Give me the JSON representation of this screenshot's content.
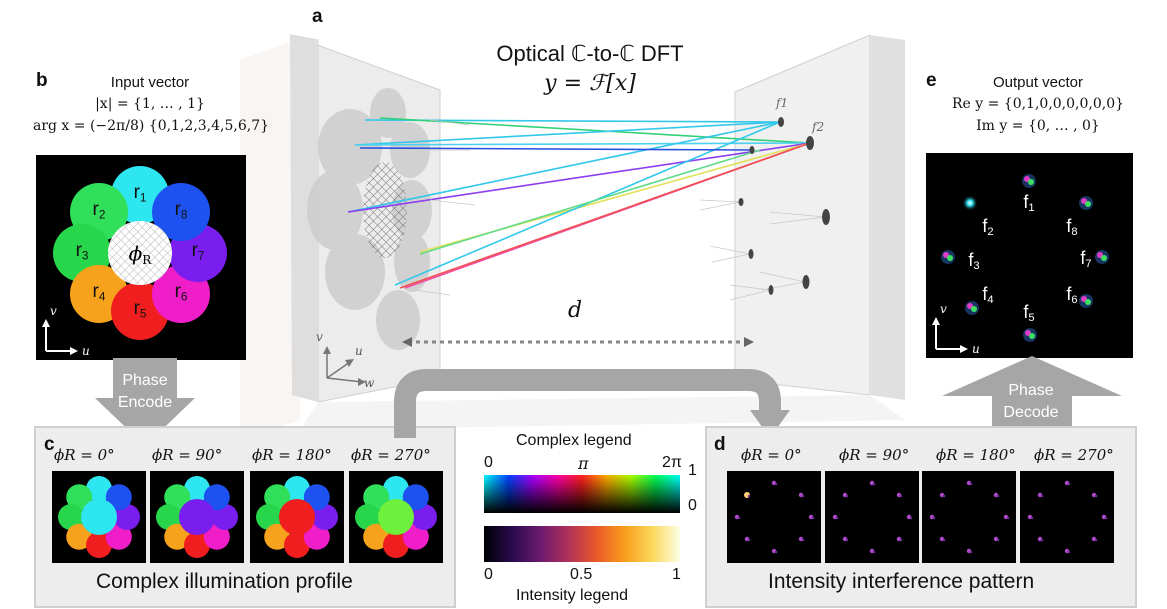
{
  "panel_letters": {
    "a": "a",
    "b": "b",
    "c": "c",
    "d": "d",
    "e": "e"
  },
  "title": {
    "line1": "Optical ℂ-to-ℂ DFT",
    "line2": "y = ℱ[x]"
  },
  "input": {
    "heading": "Input vector",
    "magnitude": "|x| = {1, … , 1}",
    "argument": "arg x = (−2π/8) {0,1,2,3,4,5,6,7}",
    "center_label": "ϕR",
    "ring_labels": [
      "r1",
      "r2",
      "r3",
      "r4",
      "r5",
      "r6",
      "r7",
      "r8"
    ],
    "ring_colors": [
      "#2ee6f0",
      "#31e05a",
      "#27d64b",
      "#f7a21c",
      "#f01e1e",
      "#f01ec8",
      "#7a1ef0",
      "#1e52f0"
    ],
    "axis_v": "v",
    "axis_u": "u"
  },
  "output": {
    "heading": "Output vector",
    "real": "Re y = {0,1,0,0,0,0,0,0}",
    "imag": "Im y = {0, … , 0}",
    "focus_labels": [
      "f1",
      "f2",
      "f3",
      "f4",
      "f5",
      "f6",
      "f7",
      "f8"
    ],
    "axis_v": "v",
    "axis_u": "u"
  },
  "metasurface": {
    "focus_label_1": "f1",
    "focus_label_2": "f2",
    "distance_label": "d",
    "axis_v": "v",
    "axis_u": "u",
    "axis_w": "w"
  },
  "arrows": {
    "encode_line1": "Phase",
    "encode_line2": "Encode",
    "decode_line1": "Phase",
    "decode_line2": "Decode"
  },
  "illumination": {
    "phase_labels": [
      "ϕR = 0°",
      "ϕR = 90°",
      "ϕR = 180°",
      "ϕR = 270°"
    ],
    "center_colors": [
      "#2ee6f0",
      "#7a1ef0",
      "#f01e1e",
      "#6ef03c"
    ],
    "caption": "Complex illumination profile"
  },
  "interference": {
    "phase_labels": [
      "ϕR = 0°",
      "ϕR = 90°",
      "ϕR = 180°",
      "ϕR = 270°"
    ],
    "caption": "Intensity interference pattern"
  },
  "legends": {
    "complex_title": "Complex legend",
    "complex_ticks": [
      "0",
      "π",
      "2π"
    ],
    "complex_right_top": "1",
    "complex_right_bottom": "0",
    "intensity_ticks": [
      "0",
      "0.5",
      "1"
    ],
    "intensity_title": "Intensity legend"
  }
}
